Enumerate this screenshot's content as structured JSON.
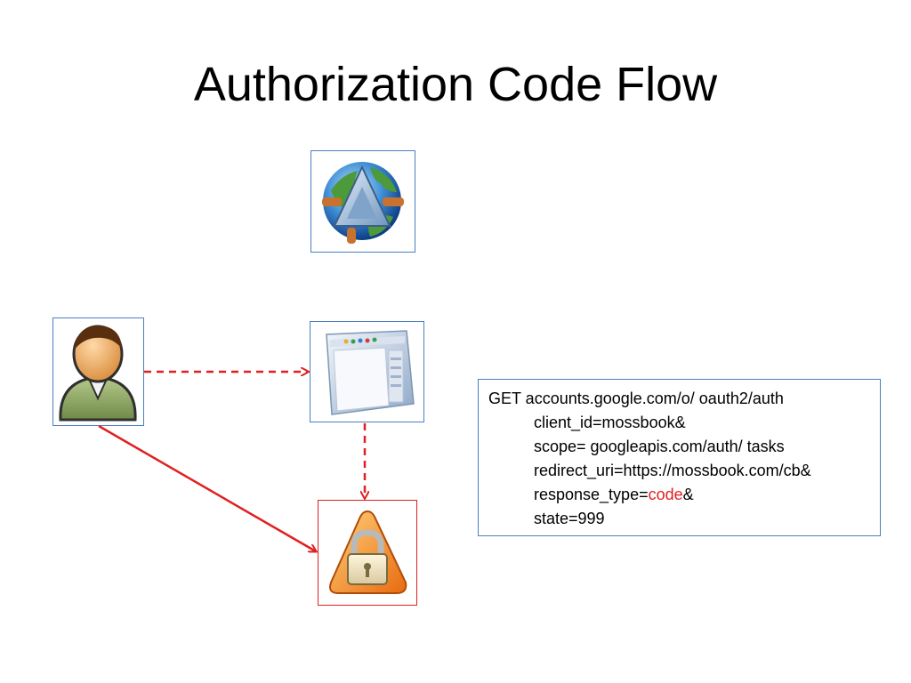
{
  "title": "Authorization Code Flow",
  "request": {
    "first_line": "GET accounts.google.com/o/ oauth2/auth",
    "params": [
      "client_id=mossbook&",
      "scope= googleapis.com/auth/ tasks",
      "redirect_uri=https://mossbook.com/cb&"
    ],
    "response_type_prefix": "response_type=",
    "response_type_value": "code",
    "response_type_suffix": "&",
    "state": "state=999"
  },
  "icons": {
    "server": "globe-network-icon",
    "user": "user-person-icon",
    "browser": "browser-window-icon",
    "authorization": "lock-warning-icon"
  },
  "colors": {
    "node_border": "#4a7fc1",
    "auth_border": "#e02020",
    "arrow": "#e02020",
    "highlight": "#e02020"
  }
}
